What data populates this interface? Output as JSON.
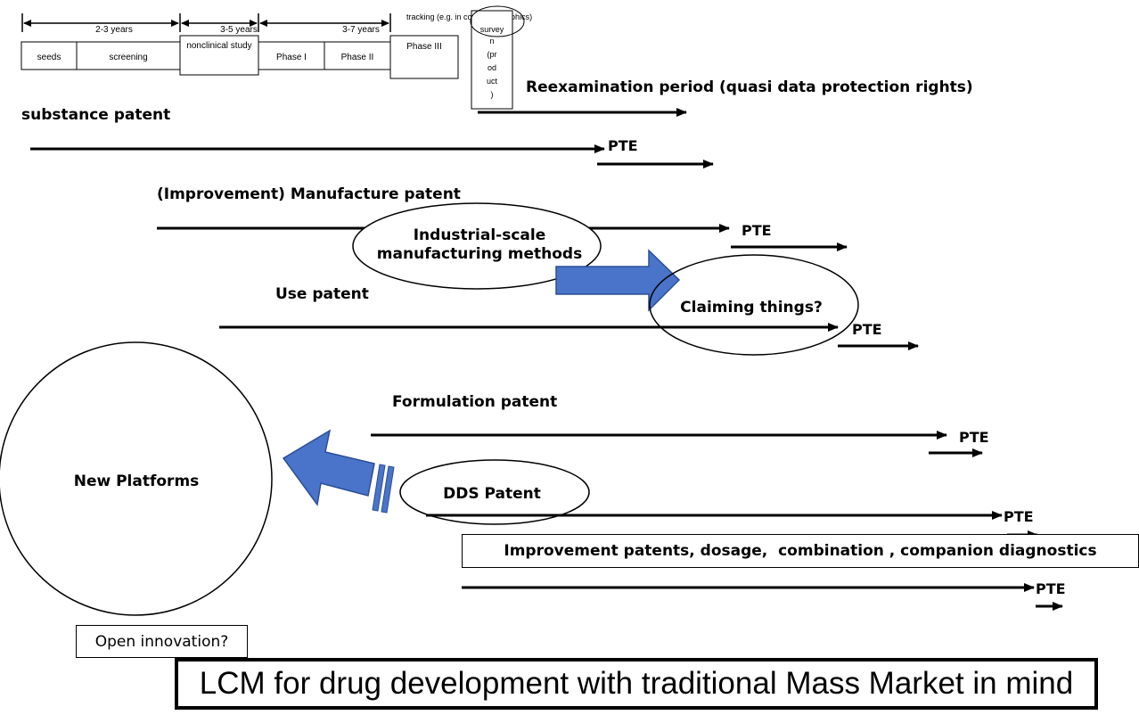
{
  "timeline": {
    "durations": [
      "2-3 years",
      "3-5 years",
      "3-7 years"
    ],
    "tracking_note": "tracking (e.g. in computer graphics)",
    "stages": [
      "seeds",
      "screening",
      "nonclinical study",
      "Phase I",
      "Phase II",
      "Phase III"
    ],
    "survey_label": "survey",
    "survey_sub": [
      "n",
      "(pr",
      "od",
      "uct",
      ")"
    ]
  },
  "labels": {
    "reexam": "Reexamination period  (quasi data protection rights)",
    "substance": "substance patent",
    "manufacture": "(Improvement) Manufacture patent",
    "industrial_1": "Industrial-scale",
    "industrial_2": "manufacturing methods",
    "claiming": "Claiming things?",
    "use": "Use patent",
    "formulation": "Formulation patent",
    "dds": "DDS Patent",
    "new_platforms": "New Platforms",
    "improvement": "Improvement patents, dosage,  combination , companion diagnostics",
    "open_innovation": "Open innovation?",
    "pte": "PTE"
  },
  "caption": "LCM for drug development with traditional Mass Market in mind",
  "colors": {
    "arrow_fill": "#4a74c9",
    "arrow_stroke": "#2a4e96",
    "line": "#000000"
  }
}
